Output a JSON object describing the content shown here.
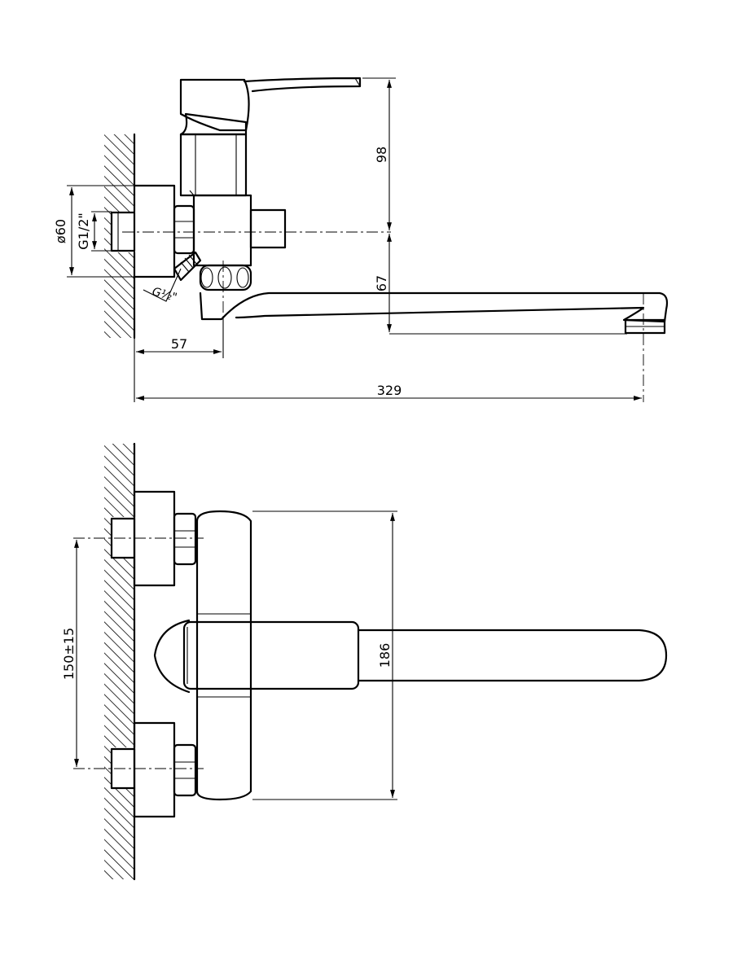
{
  "side_view": {
    "dim_height_top": "98",
    "dim_height_spout": "67",
    "dim_outlet_dia": "ø60",
    "dim_thread_main": "G1/2\"",
    "dim_thread_shower": "G½\"",
    "dim_wall_offset": "57",
    "dim_total_length": "329"
  },
  "front_view": {
    "dim_inlet_spacing": "150±15",
    "dim_body_height": "186"
  },
  "colors": {
    "line": "#000000",
    "background": "#ffffff"
  }
}
